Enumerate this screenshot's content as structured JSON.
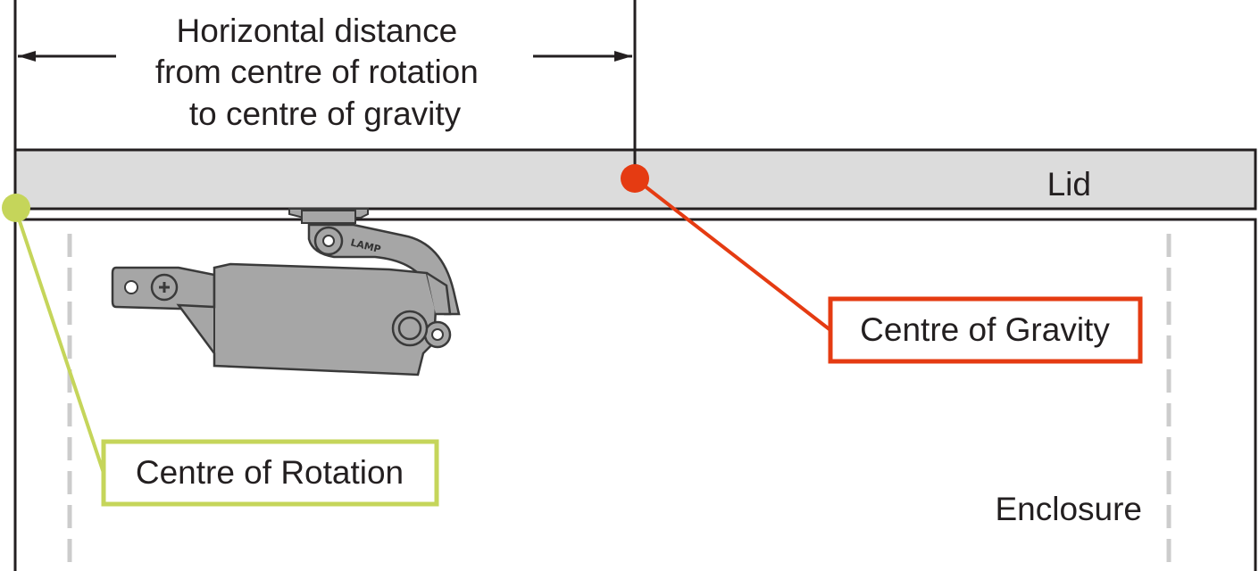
{
  "dimension": {
    "lines": [
      "Horizontal distance",
      "from centre of rotation",
      "to centre of gravity"
    ]
  },
  "lid": {
    "label": "Lid"
  },
  "enclosure": {
    "label": "Enclosure"
  },
  "centre_of_gravity": {
    "label": "Centre of Gravity",
    "color": "#e53b12"
  },
  "centre_of_rotation": {
    "label": "Centre of Rotation",
    "color": "#c5d55a"
  },
  "device": {
    "brand": "LAMP",
    "icon": "soft-down-stay-icon"
  },
  "colors": {
    "outline": "#231f20",
    "lid_fill": "#dcdcdc",
    "guide_line": "#cccccc",
    "device_body": "#a6a6a6",
    "device_outline": "#3a3a3a"
  }
}
